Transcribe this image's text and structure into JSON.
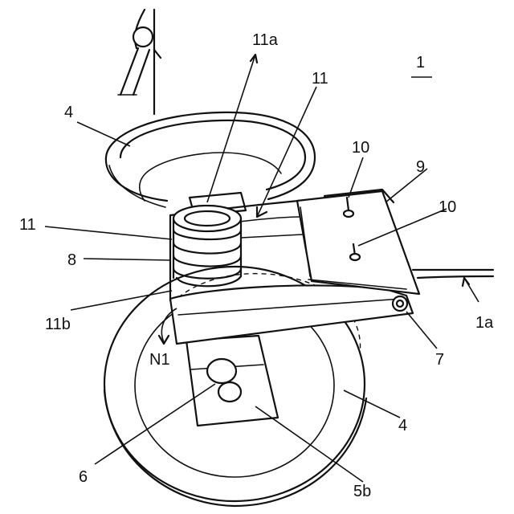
{
  "figure_number": "1",
  "labels": {
    "spring_top": "11a",
    "spring_bottom": "11b",
    "arm_upper": "11",
    "arm_left": "11",
    "wheel_upper": "4",
    "wheel_lower": "4",
    "spring": "8",
    "plate": "9",
    "screw_upper": "10",
    "screw_lower": "10",
    "pivot": "7",
    "axle_knob": "6",
    "bracket": "5b",
    "rotation": "N1",
    "frame": "1a"
  }
}
